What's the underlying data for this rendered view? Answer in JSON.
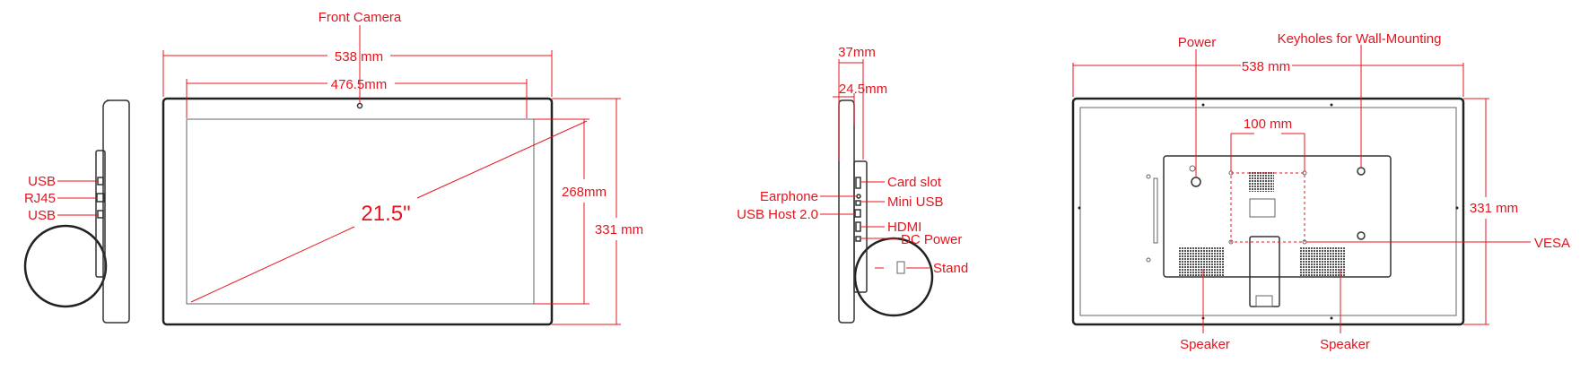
{
  "colors": {
    "annotation": "#e4141e",
    "outline": "#333333"
  },
  "left_side_view": {
    "labels": [
      "USB",
      "RJ45",
      "USB"
    ]
  },
  "front_view": {
    "camera_label": "Front Camera",
    "width_dim": "538 mm",
    "screen_width_dim": "476.5mm",
    "screen_height_dim": "268mm",
    "height_dim": "331 mm",
    "diagonal": "21.5\""
  },
  "side_view": {
    "depth_dim": "37mm",
    "panel_depth_dim": "24.5mm",
    "labels_right": [
      "Card slot",
      "Mini USB",
      "HDMI",
      "DC Power",
      "Stand"
    ],
    "labels_left": [
      "Earphone",
      "USB Host 2.0"
    ]
  },
  "back_view": {
    "power_label": "Power",
    "keyholes_label": "Keyholes for Wall-Mounting",
    "width_dim": "538 mm",
    "vesa_dim": "100 mm",
    "height_dim": "331 mm",
    "vesa_label": "VESA",
    "speaker_labels": [
      "Speaker",
      "Speaker"
    ]
  }
}
